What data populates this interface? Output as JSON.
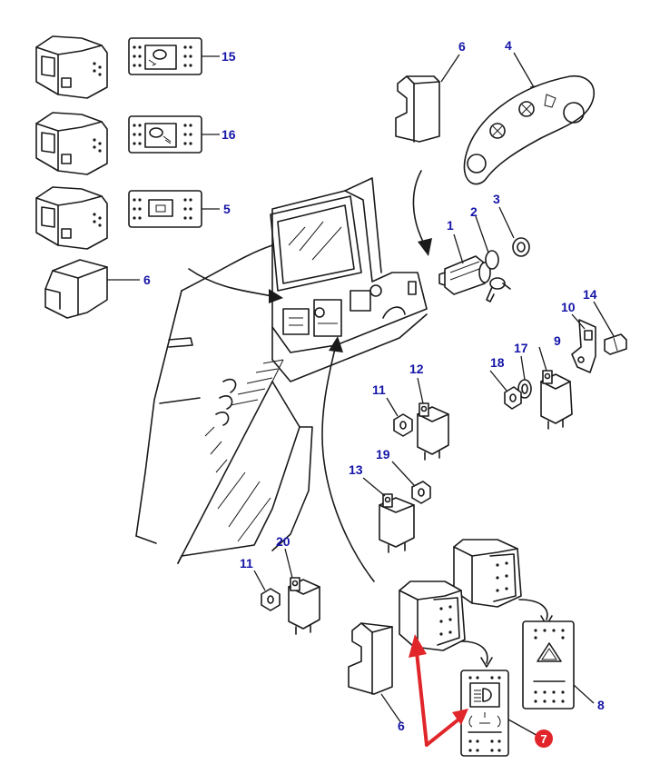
{
  "diagram": {
    "callouts": [
      {
        "id": "c15",
        "text": "15"
      },
      {
        "id": "c16",
        "text": "16"
      },
      {
        "id": "c5",
        "text": "5"
      },
      {
        "id": "c6a",
        "text": "6"
      },
      {
        "id": "c6b",
        "text": "6"
      },
      {
        "id": "c4",
        "text": "4"
      },
      {
        "id": "c3",
        "text": "3"
      },
      {
        "id": "c2",
        "text": "2"
      },
      {
        "id": "c1",
        "text": "1"
      },
      {
        "id": "c14",
        "text": "14"
      },
      {
        "id": "c10",
        "text": "10"
      },
      {
        "id": "c17",
        "text": "17"
      },
      {
        "id": "c9",
        "text": "9"
      },
      {
        "id": "c18",
        "text": "18"
      },
      {
        "id": "c12",
        "text": "12"
      },
      {
        "id": "c11a",
        "text": "11"
      },
      {
        "id": "c19",
        "text": "19"
      },
      {
        "id": "c13",
        "text": "13"
      },
      {
        "id": "c20",
        "text": "20"
      },
      {
        "id": "c11b",
        "text": "11"
      },
      {
        "id": "c6c",
        "text": "6"
      },
      {
        "id": "c8",
        "text": "8"
      }
    ],
    "highlighted_callout": {
      "text": "7",
      "color": "#e0262a"
    },
    "label_color": "#1515a8",
    "arrow_color": "#e0262a"
  }
}
